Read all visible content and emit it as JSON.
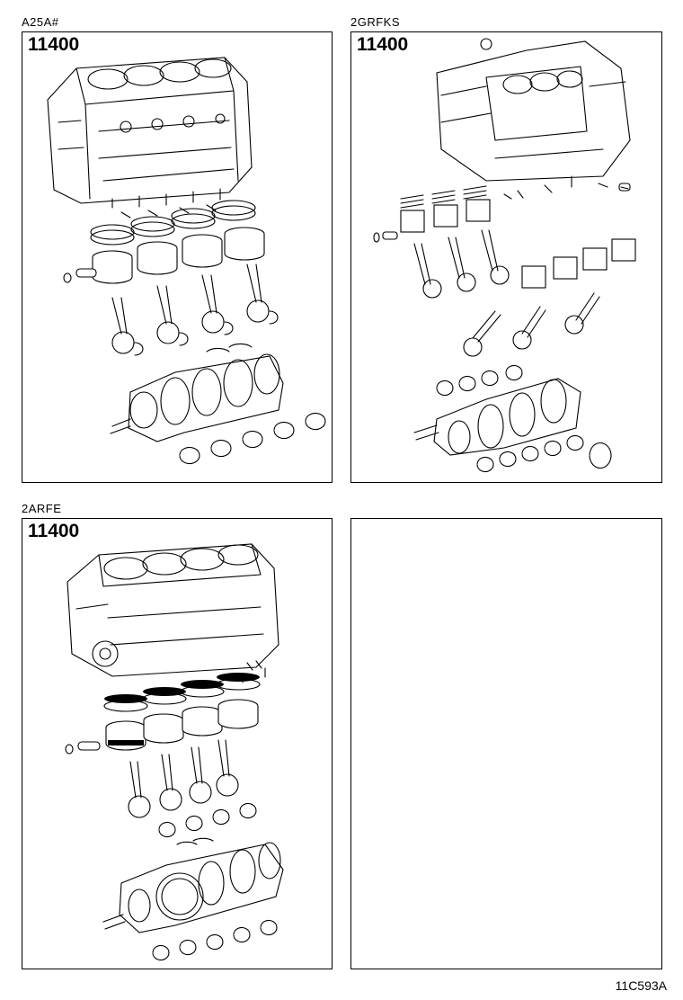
{
  "panels": [
    {
      "engine_code": "A25A#",
      "part_number": "11400"
    },
    {
      "engine_code": "2GRFKS",
      "part_number": "11400"
    },
    {
      "engine_code": "2ARFE",
      "part_number": "11400"
    },
    {
      "engine_code": "",
      "part_number": ""
    }
  ],
  "footer": {
    "illustration_code": "11C593A"
  }
}
